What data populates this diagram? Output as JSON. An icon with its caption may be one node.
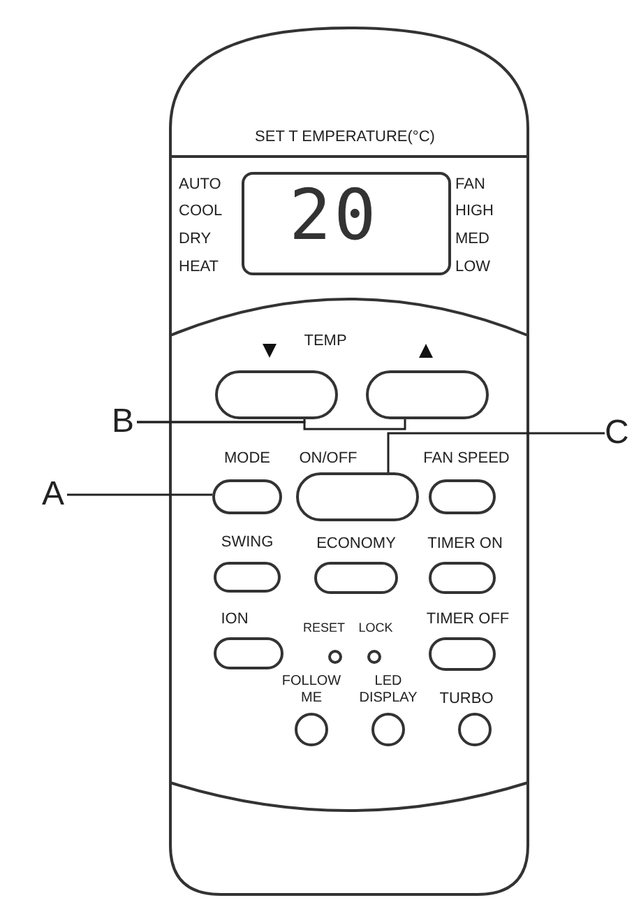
{
  "diagram": {
    "nodes": [
      {
        "text": [
          "20"
        ]
      },
      {
        "text": [],
        "shape": "box"
      },
      {
        "text": [],
        "shape": "box"
      },
      {
        "text": [
          "B"
        ]
      },
      {
        "text": [
          "C"
        ]
      },
      {
        "text": [
          "A"
        ]
      },
      {
        "text": [],
        "shape": "box",
        "beside": [
          "MODE"
        ]
      },
      {
        "text": [],
        "shape": "box",
        "beside": [
          "ON/OFF"
        ]
      },
      {
        "text": [],
        "shape": "box",
        "beside": [
          "FAN SPEED"
        ]
      },
      {
        "text": [],
        "shape": "box",
        "beside": [
          "SWING"
        ]
      },
      {
        "text": [],
        "shape": "box",
        "beside": [
          "ECONOMY"
        ]
      },
      {
        "text": [],
        "shape": "box",
        "beside": [
          "TIMER ON"
        ]
      },
      {
        "text": [],
        "shape": "box",
        "beside": [
          "ION"
        ]
      },
      {
        "text": [],
        "shape": "circle",
        "beside": [
          "RESET"
        ]
      },
      {
        "text": [],
        "shape": "circle",
        "beside": [
          "LOCK"
        ]
      },
      {
        "text": [],
        "shape": "box",
        "beside": [
          "TIMER OFF"
        ]
      },
      {
        "text": [],
        "shape": "circle",
        "beside": [
          "FOLLOW ME"
        ]
      },
      {
        "text": [],
        "shape": "circle",
        "beside": [
          "LED DISPLAY"
        ]
      },
      {
        "text": [],
        "shape": "circle",
        "beside": [
          "TURBO"
        ]
      }
    ],
    "edges": [
      {
        "from": 3,
        "to": 1,
        "arrow": "none"
      },
      {
        "from": 3,
        "to": 2,
        "arrow": "none"
      },
      {
        "from": 4,
        "to": 7,
        "arrow": "none"
      },
      {
        "from": 5,
        "to": 6,
        "arrow": "none"
      }
    ],
    "labels": [
      "SET T EMPERATURE(°C)",
      "AUTO",
      "COOL",
      "DRY",
      "HEAT",
      "FAN",
      "HIGH",
      "MED",
      "LOW",
      "TEMP"
    ]
  }
}
